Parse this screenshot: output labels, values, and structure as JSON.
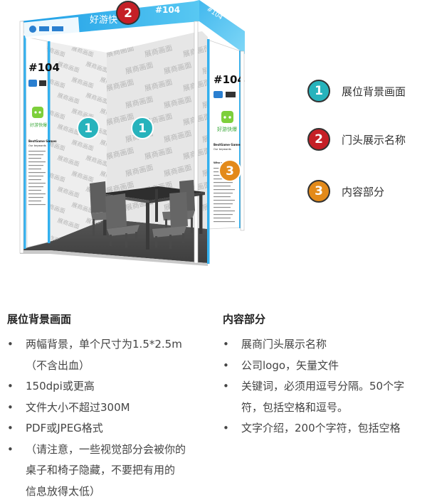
{
  "header": {
    "brand": "好游快",
    "booth_number": "#104"
  },
  "booth": {
    "number": "#104",
    "app_label": "好游快爆",
    "watermark": "展商画面",
    "company_title": "BestGame Games",
    "keywords_label": "Our keywords",
    "keywords_text": "Publisher, Cross platform, Indie, Porting",
    "who_label": "Who we are",
    "intro_text": "BestGame Game is a ultimate fun and global game platform. We focus on Indie and Porting to make the best gaming experience. Innovation is our key in ultimate fun & global. Our games are all across all platform."
  },
  "markers": {
    "one": "1",
    "two": "2",
    "three": "3"
  },
  "legend": [
    {
      "number": "1",
      "label": "展位背景画面",
      "color": "#27b3bc"
    },
    {
      "number": "2",
      "label": "门头展示名称",
      "color": "#c51f26"
    },
    {
      "number": "3",
      "label": "内容部分",
      "color": "#e38a1a"
    }
  ],
  "left_column": {
    "title": "展位背景画面",
    "items": [
      "两幅背景，单个尺寸为1.5*2.5m",
      "（不含出血）",
      "150dpi或更高",
      "文件大小不超过300M",
      "PDF或JPEG格式",
      "（请注意，一些视觉部分会被你的",
      "桌子和椅子隐藏，不要把有用的",
      "信息放得太低）"
    ]
  },
  "right_column": {
    "title": "内容部分",
    "items": [
      "展商门头展示名称",
      "公司logo，矢量文件",
      "关键词，必须用逗号分隔。50个字",
      "符，包括空格和逗号。",
      "文字介绍，200个字符，包括空格"
    ]
  }
}
